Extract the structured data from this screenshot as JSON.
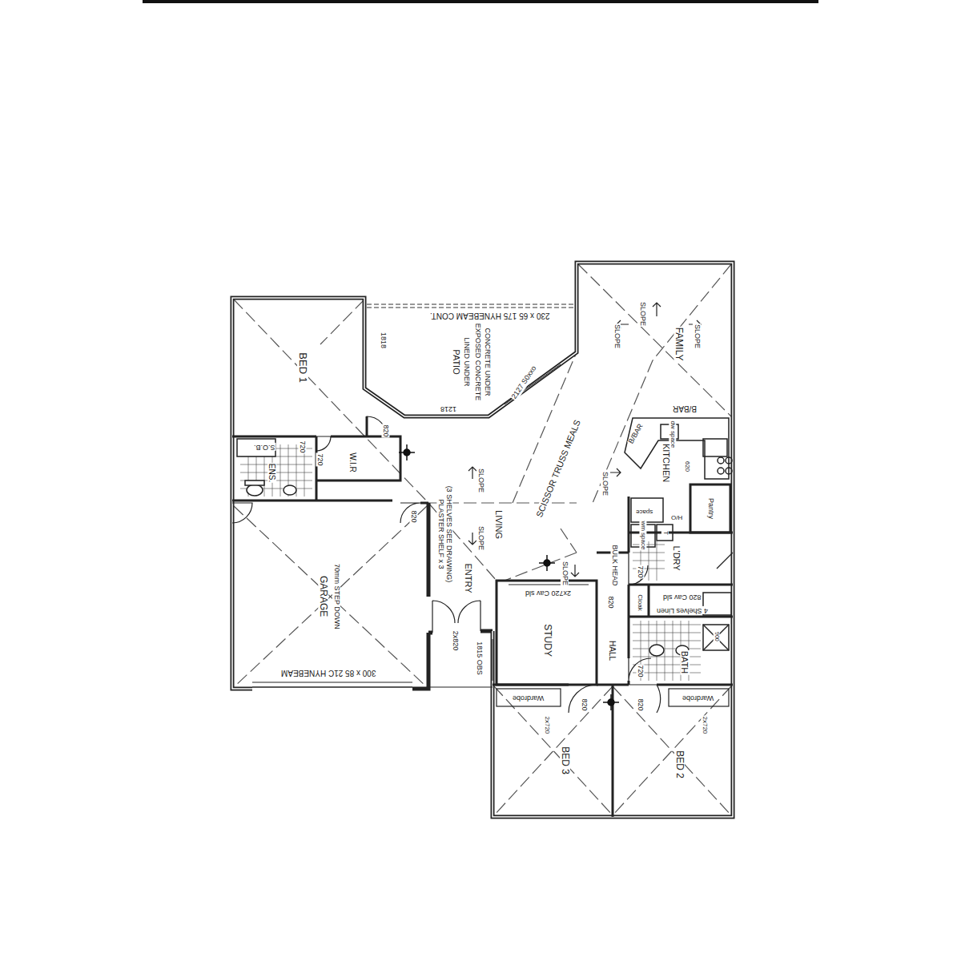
{
  "diagram": {
    "labels": [
      "BED 1",
      "PATIO",
      "LINED UNDER",
      "EXPOSED CONCRETE",
      "CONCRETE UNDER",
      "230 x 65 175 HYNEBEAM CONT.",
      "1818",
      "1218",
      "2127 S0xxo",
      "FAMILY",
      "SLOPE",
      "SLOPE",
      "SLOPE",
      "B/BAR",
      "B/BAR",
      "dw space",
      "KITCHEN",
      "620",
      "Pantry",
      "H/O",
      "space",
      "wm space",
      "T",
      "L'DRY",
      "720",
      "BULK HEAD",
      "SCISSOR TRUSS MEALS",
      "SLOPE",
      "SLOPE",
      "LIVING",
      "SLOPE",
      "SLOPE",
      "(3 SHELVES SEE DRAWING) PLASTER SHELF x 3",
      "ENTRY",
      "820",
      "820",
      "720",
      "720",
      "S.O.B.",
      "ENS.",
      "W.I.R",
      "GARAGE",
      "70mm STEP DOWN",
      "300 x 85 21C HYNEBEAM",
      "2x820",
      "1815 OBS",
      "2x720 Cav sld",
      "STUDY",
      "HALL",
      "820",
      "Cloak",
      "820 Cav sld",
      "4 Shelves Linen",
      "900",
      "BATH",
      "720",
      "820",
      "820",
      "Wardrobe",
      "2x720",
      "Wardrobe",
      "2x720",
      "BED 3",
      "BED 2"
    ]
  }
}
